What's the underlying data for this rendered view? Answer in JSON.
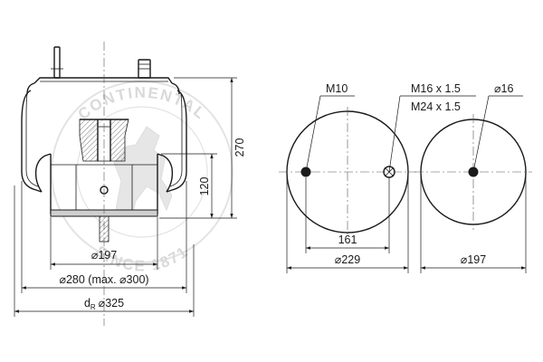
{
  "watermark": {
    "top_text": "CONTINENTAL",
    "bottom_text": "SINCE 1871"
  },
  "side_view": {
    "height_total": "270",
    "height_piston": "120",
    "piston_diameter": "⌀197",
    "bellow_diameter": "⌀280 (max. ⌀300)",
    "dr_symbol": "d",
    "dr_subscript": "R",
    "dr_value": "⌀325"
  },
  "top_view": {
    "bolt_label": "M10",
    "thread_label_1": "M16 x 1.5",
    "thread_label_2": "M24 x 1.5",
    "bolt_spacing": "161",
    "plate_diameter": "⌀229"
  },
  "bottom_view": {
    "hole_label": "⌀16",
    "plate_diameter": "⌀197"
  }
}
